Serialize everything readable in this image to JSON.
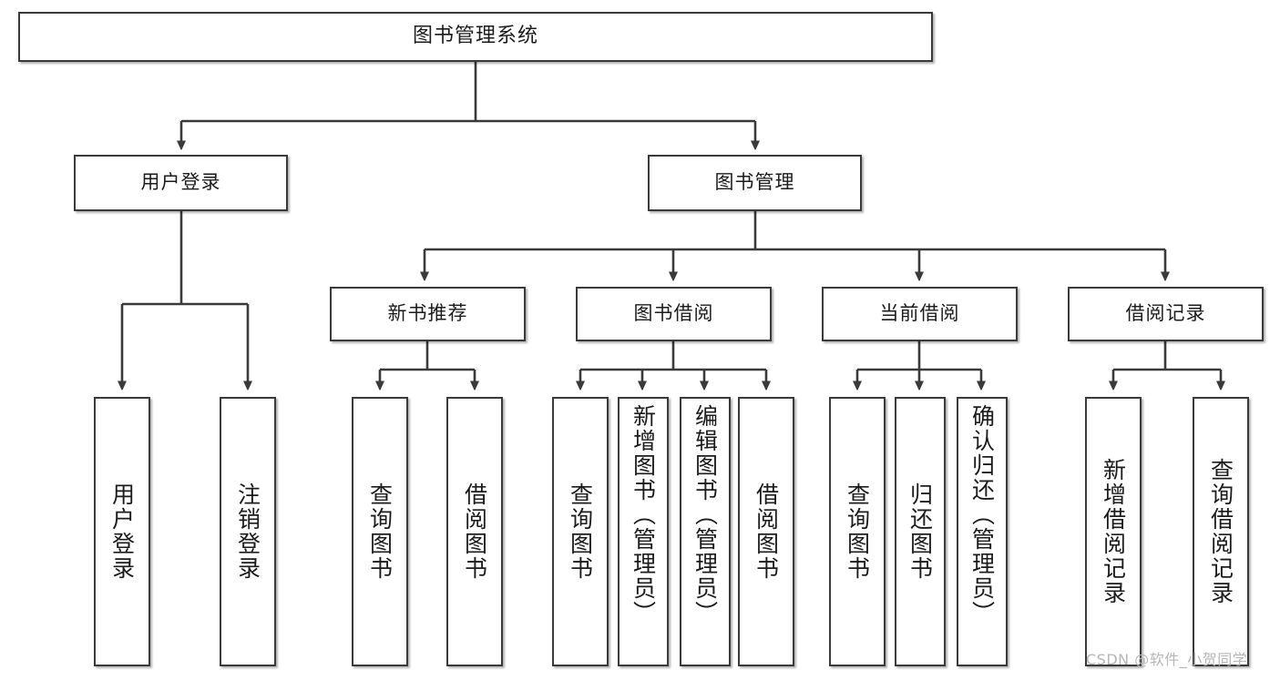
{
  "diagram": {
    "type": "tree",
    "title": "图书管理系统",
    "root": {
      "label": "图书管理系统"
    },
    "level2": [
      {
        "label": "用户登录"
      },
      {
        "label": "图书管理"
      }
    ],
    "level3": [
      {
        "label": "新书推荐"
      },
      {
        "label": "图书借阅"
      },
      {
        "label": "当前借阅"
      },
      {
        "label": "借阅记录"
      }
    ],
    "leaves": {
      "user_login": [
        {
          "label": "用户登录"
        },
        {
          "label": "注销登录"
        }
      ],
      "new_book_recommend": [
        {
          "label": "查询图书"
        },
        {
          "label": "借阅图书"
        }
      ],
      "book_borrow": [
        {
          "label": "查询图书"
        },
        {
          "label": "新增图书（管理员）"
        },
        {
          "label": "编辑图书（管理员）"
        },
        {
          "label": "借阅图书"
        }
      ],
      "current_borrow": [
        {
          "label": "查询图书"
        },
        {
          "label": "归还图书"
        },
        {
          "label": "确认归还（管理员）"
        }
      ],
      "borrow_record": [
        {
          "label": "新增借阅记录"
        },
        {
          "label": "查询借阅记录"
        }
      ]
    }
  },
  "watermark": {
    "text": "CSDN @软件_小贺同学"
  },
  "colors": {
    "border": "#3a3a3a",
    "background": "#ffffff",
    "text": "#1b1b1b",
    "watermark": "#b6b6b6"
  }
}
